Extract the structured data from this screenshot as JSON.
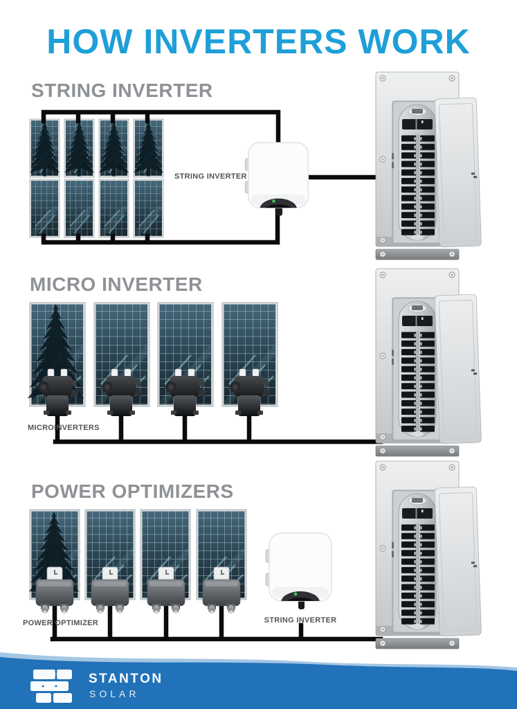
{
  "header": {
    "title": "HOW INVERTERS WORK"
  },
  "colors": {
    "title-blue": "#1E9FD8",
    "heading-gray": "#8E9195",
    "label-gray": "#515357",
    "wire-black": "#0B0B0B",
    "footer-blue": "#2172B8",
    "footer-light": "#A3C6E4",
    "panel-teal": "#2A4553",
    "led-green": "#43BF57"
  },
  "sections": {
    "string": {
      "heading": "STRING INVERTER",
      "inverter_label": "STRING INVERTER",
      "panel_rows": 2,
      "panel_cols": 4,
      "shaded_panels": 4
    },
    "micro": {
      "heading": "MICRO INVERTER",
      "device_label": "MICROINVERTERS",
      "panel_count": 4,
      "microinverter_count": 4,
      "shaded_panels": 1
    },
    "optimizer": {
      "heading": "POWER OPTIMIZERS",
      "device_label": "POWER OPTIMIZER",
      "inverter_label": "STRING INVERTER",
      "panel_count": 4,
      "optimizer_count": 4,
      "shaded_panels": 1
    }
  },
  "footer": {
    "brand": "STANTON",
    "brand_sub": "SOLAR"
  }
}
